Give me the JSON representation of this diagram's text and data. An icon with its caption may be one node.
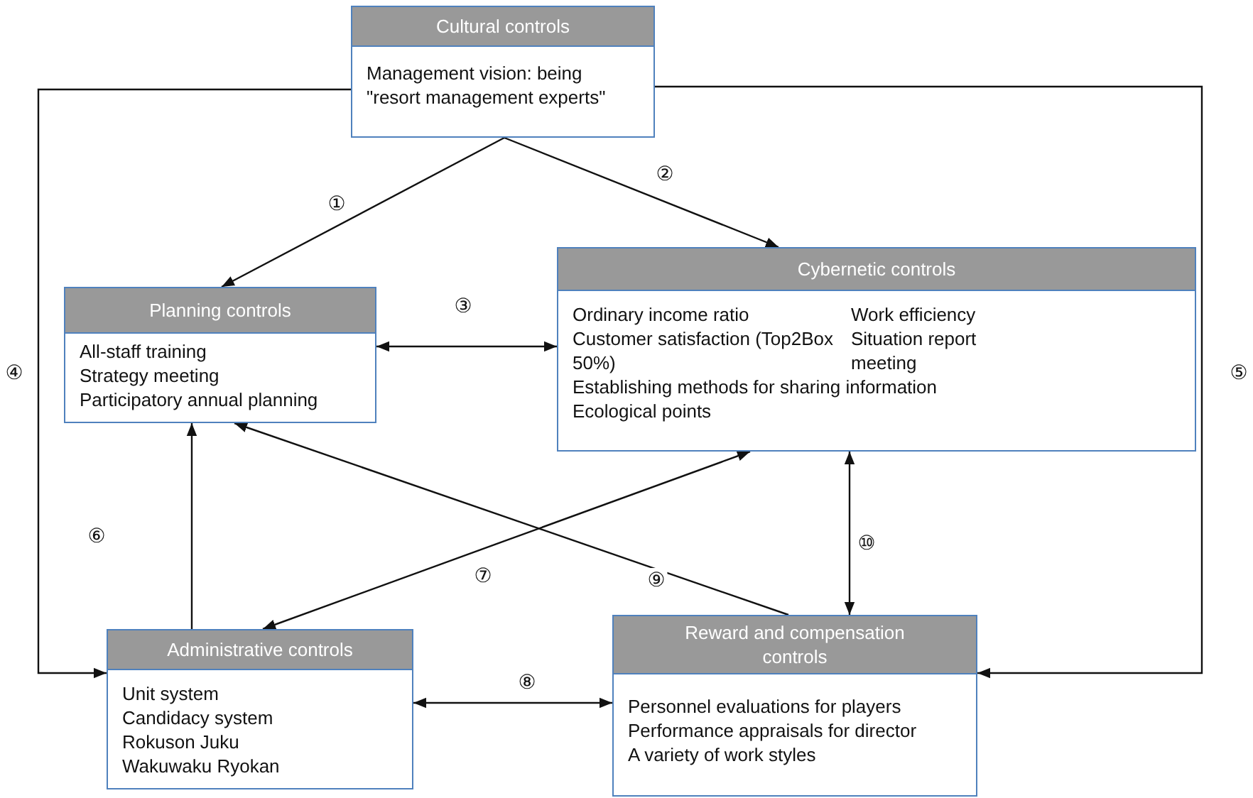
{
  "diagram": {
    "nodes": [
      {
        "text": [
          "Cultural controls",
          "Management vision: being \"resort management experts\""
        ]
      },
      {
        "text": [
          "Planning controls",
          "All-staff training",
          "Strategy meeting",
          "Participatory annual planning"
        ]
      },
      {
        "text": [
          "Cybernetic controls",
          "Ordinary income ratio",
          "Work efficiency",
          "Customer satisfaction (Top2Box 50%)",
          "Situation report meeting",
          "Establishing methods for sharing information",
          "Ecological points"
        ]
      },
      {
        "text": [
          "Administrative controls",
          "Unit system",
          "Candidacy system",
          "Rokuson Juku",
          "Wakuwaku Ryokan"
        ]
      },
      {
        "text": [
          "Reward and compensation controls",
          "Personnel evaluations for players",
          "Performance appraisals for director",
          "A variety of work styles"
        ]
      }
    ],
    "edges": [
      {
        "from": 0,
        "to": 1,
        "arrow": "to",
        "label": "①"
      },
      {
        "from": 0,
        "to": 2,
        "arrow": "to",
        "label": "②"
      },
      {
        "from": 1,
        "to": 2,
        "arrow": "both",
        "label": "③"
      },
      {
        "from": 0,
        "to": 3,
        "arrow": "to",
        "label": "④"
      },
      {
        "from": 0,
        "to": 4,
        "arrow": "to",
        "label": "⑤"
      },
      {
        "from": 3,
        "to": 1,
        "arrow": "to",
        "label": "⑥"
      },
      {
        "from": 3,
        "to": 2,
        "arrow": "both",
        "label": "⑦"
      },
      {
        "from": 3,
        "to": 4,
        "arrow": "both",
        "label": "⑧"
      },
      {
        "from": 4,
        "to": 1,
        "arrow": "to",
        "label": "⑨"
      },
      {
        "from": 2,
        "to": 4,
        "arrow": "both",
        "label": "⑩"
      }
    ]
  }
}
